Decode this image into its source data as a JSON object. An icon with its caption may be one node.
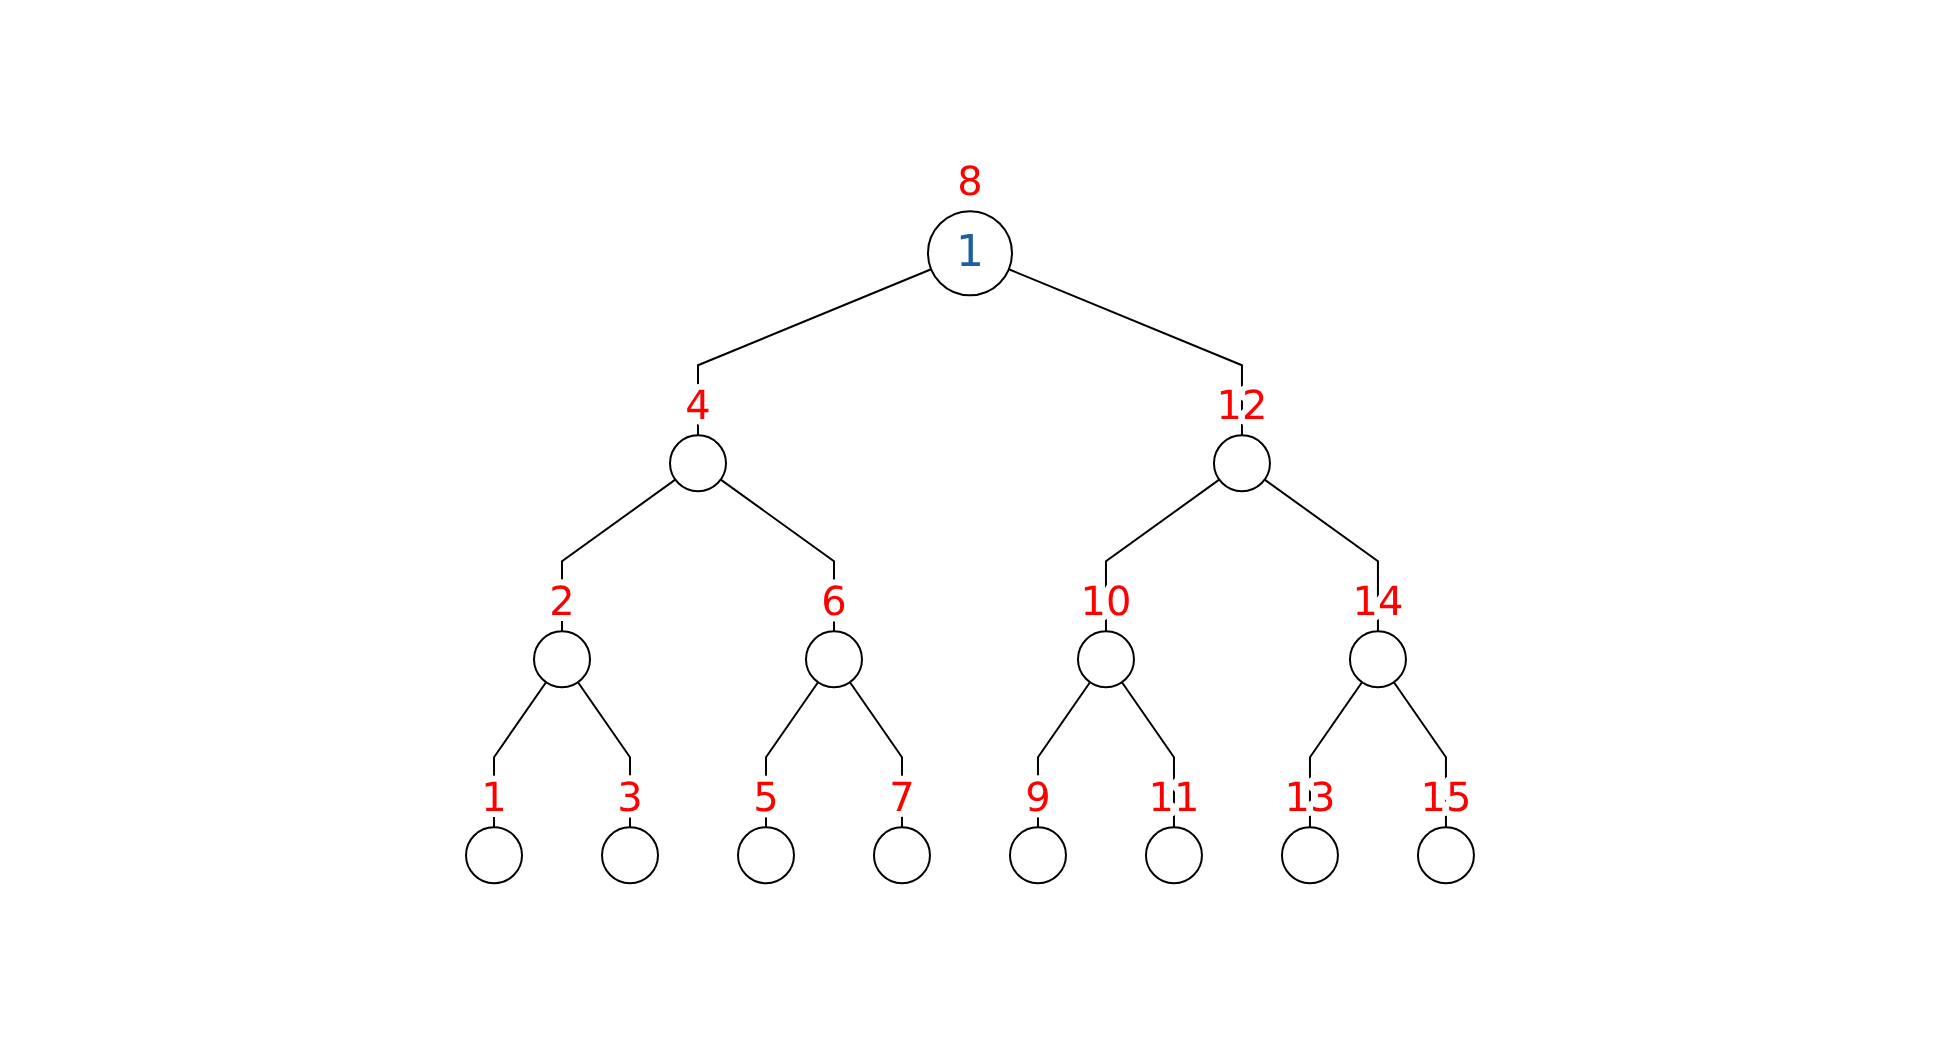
{
  "diagram": {
    "nodes": [
      {
        "text": [
          "1"
        ],
        "beside": [
          "8"
        ]
      },
      {
        "text": [],
        "shape": "circle",
        "beside": [
          "4"
        ]
      },
      {
        "text": [],
        "shape": "circle",
        "beside": [
          "12"
        ]
      },
      {
        "text": [],
        "shape": "circle",
        "beside": [
          "2"
        ]
      },
      {
        "text": [],
        "shape": "circle",
        "beside": [
          "6"
        ]
      },
      {
        "text": [],
        "shape": "circle",
        "beside": [
          "10"
        ]
      },
      {
        "text": [],
        "shape": "circle",
        "beside": [
          "14"
        ]
      },
      {
        "text": [],
        "shape": "circle",
        "beside": [
          "1"
        ]
      },
      {
        "text": [],
        "shape": "circle",
        "beside": [
          "3"
        ]
      },
      {
        "text": [],
        "shape": "circle",
        "beside": [
          "5"
        ]
      },
      {
        "text": [],
        "shape": "circle",
        "beside": [
          "7"
        ]
      },
      {
        "text": [],
        "shape": "circle",
        "beside": [
          "9"
        ]
      },
      {
        "text": [],
        "shape": "circle",
        "beside": [
          "11"
        ]
      },
      {
        "text": [],
        "shape": "circle",
        "beside": [
          "13"
        ]
      },
      {
        "text": [],
        "shape": "circle",
        "beside": [
          "15"
        ]
      }
    ],
    "edges": [
      {
        "from": 0,
        "to": 1,
        "arrow": "none"
      },
      {
        "from": 0,
        "to": 2,
        "arrow": "none"
      },
      {
        "from": 1,
        "to": 3,
        "arrow": "none"
      },
      {
        "from": 1,
        "to": 4,
        "arrow": "none"
      },
      {
        "from": 2,
        "to": 5,
        "arrow": "none"
      },
      {
        "from": 2,
        "to": 6,
        "arrow": "none"
      },
      {
        "from": 3,
        "to": 7,
        "arrow": "none"
      },
      {
        "from": 3,
        "to": 8,
        "arrow": "none"
      },
      {
        "from": 4,
        "to": 9,
        "arrow": "none"
      },
      {
        "from": 4,
        "to": 10,
        "arrow": "none"
      },
      {
        "from": 5,
        "to": 11,
        "arrow": "none"
      },
      {
        "from": 5,
        "to": 12,
        "arrow": "none"
      },
      {
        "from": 6,
        "to": 13,
        "arrow": "none"
      },
      {
        "from": 6,
        "to": 14,
        "arrow": "none"
      }
    ]
  }
}
